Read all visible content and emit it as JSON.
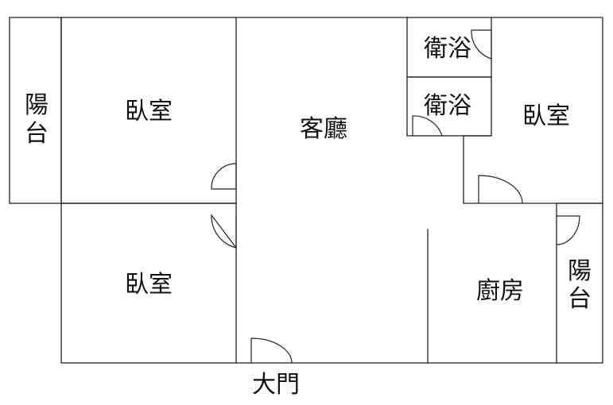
{
  "rooms": {
    "balcony_left": "陽台",
    "bedroom_upper_left": "臥室",
    "bedroom_lower_left": "臥室",
    "living_room": "客廳",
    "bathroom_upper": "衛浴",
    "bathroom_lower": "衛浴",
    "bedroom_right": "臥室",
    "kitchen": "廚房",
    "balcony_right": "陽台"
  },
  "entrance": {
    "label": "大門"
  }
}
